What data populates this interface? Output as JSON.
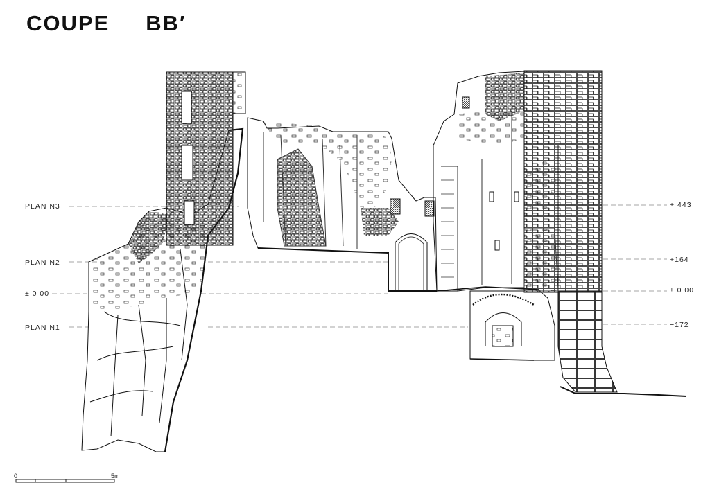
{
  "title": {
    "word": "COUPE",
    "section": "BB′"
  },
  "levels_left": [
    {
      "key": "n3",
      "label": "PLAN  N3"
    },
    {
      "key": "n2",
      "label": "PLAN  N2"
    },
    {
      "key": "z",
      "label": "± 0 00"
    },
    {
      "key": "n1",
      "label": "PLAN  N1"
    }
  ],
  "levels_right": [
    {
      "key": "n3",
      "label": "+ 443"
    },
    {
      "key": "n2",
      "label": "+164"
    },
    {
      "key": "z",
      "label": "± 0 00"
    },
    {
      "key": "n1",
      "label": "−172"
    }
  ],
  "scale": {
    "start": "0",
    "end": "5m"
  },
  "line_color": "#111111"
}
